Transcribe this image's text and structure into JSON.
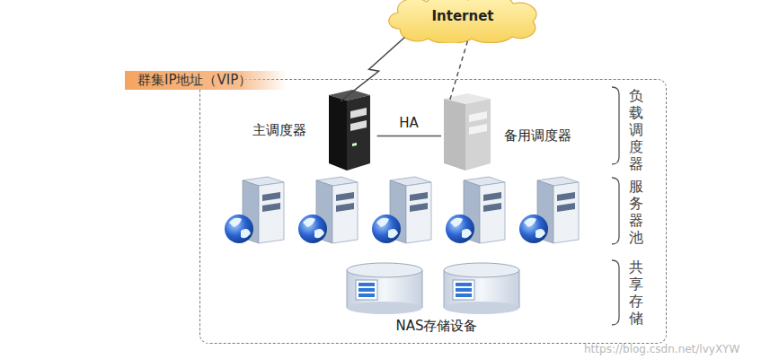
{
  "diagram": {
    "nodes": [
      {
        "text": [
          "Internet"
        ]
      },
      {
        "text": [
          "群集IP地址（VIP）"
        ]
      },
      {
        "text": [
          "主调度器"
        ],
        "in": 1
      },
      {
        "text": [
          "备用调度器"
        ],
        "in": 1
      },
      {
        "text": [
          "NAS存储设备"
        ],
        "in": 1
      }
    ],
    "edges": [
      {
        "from": 0,
        "to": 2,
        "arrow": "none"
      },
      {
        "from": 0,
        "to": 3,
        "arrow": "none"
      },
      {
        "from": 2,
        "to": 3,
        "label": "HA",
        "arrow": "none"
      }
    ],
    "labels": [
      "负载调度器",
      "服务器池",
      "共享存储",
      "https://blog.csdn.net/lvyXYW"
    ]
  }
}
